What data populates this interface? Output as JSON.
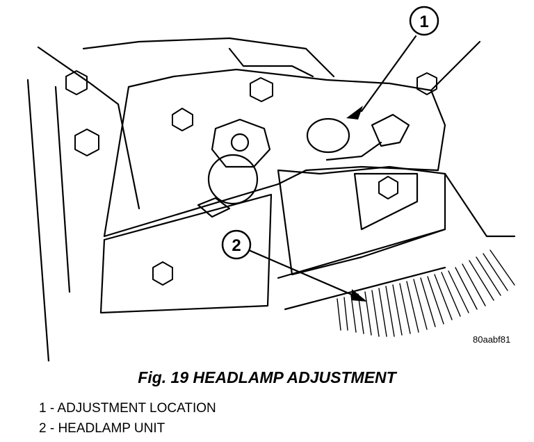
{
  "figure": {
    "code": "80aabf81",
    "callouts": [
      "1",
      "2"
    ]
  },
  "caption": "Fig. 19 HEADLAMP ADJUSTMENT",
  "legend": [
    "1 - ADJUSTMENT LOCATION",
    "2 - HEADLAMP UNIT"
  ]
}
